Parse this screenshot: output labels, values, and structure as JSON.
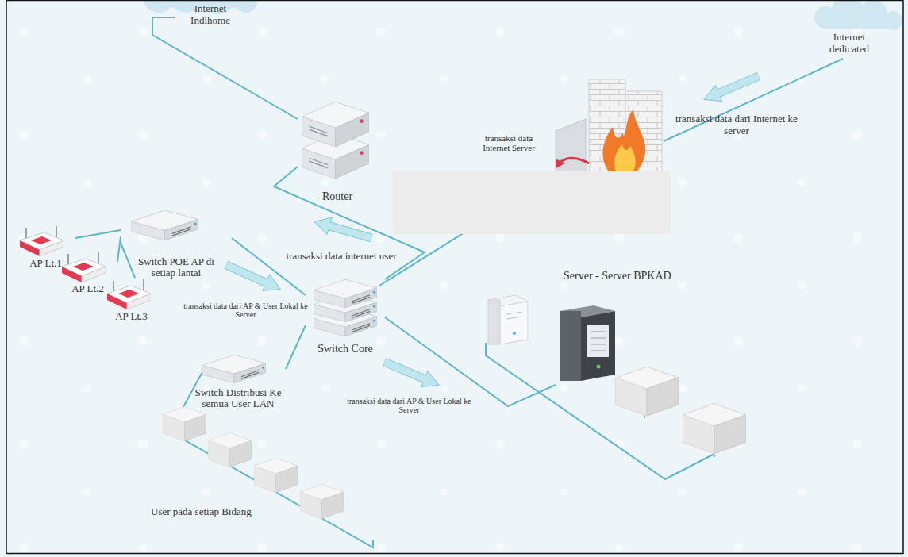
{
  "diagram": {
    "nodes": [
      {
        "text": [
          "Internet Indihome"
        ]
      },
      {
        "text": [
          "Internet dedicated"
        ]
      },
      {
        "text": [
          "Router"
        ]
      },
      {
        "text": [
          "Switch POE AP di setiap lantai"
        ]
      },
      {
        "text": [
          "AP Lt.1"
        ]
      },
      {
        "text": [
          "AP Lt.2"
        ]
      },
      {
        "text": [
          "AP Lt.3"
        ]
      },
      {
        "text": [
          "Switch Core"
        ]
      },
      {
        "text": [
          "Switch Distribusi Ke semua User LAN"
        ]
      },
      {
        "text": [
          "Server - Server BPKAD"
        ]
      }
    ],
    "edges": [
      {
        "from": 0,
        "to": 2,
        "arrow": "none"
      },
      {
        "from": 2,
        "to": 7,
        "arrow": "none"
      },
      {
        "from": 7,
        "to": 3,
        "arrow": "none"
      },
      {
        "from": 3,
        "to": 4,
        "arrow": "none"
      },
      {
        "from": 3,
        "to": 5,
        "arrow": "none"
      },
      {
        "from": 3,
        "to": 6,
        "arrow": "none"
      },
      {
        "from": 7,
        "to": 8,
        "arrow": "none"
      },
      {
        "from": 7,
        "to": 9,
        "arrow": "none"
      }
    ],
    "labels": [
      "transaksi data dari Internet ke server",
      "transaksi data Internet Server",
      "transaksi data internet user",
      "transaksi data dari AP & User Lokal ke Server",
      "transaksi data dari AP & User Lokal ke Server",
      "User pada setiap Bidang"
    ]
  }
}
